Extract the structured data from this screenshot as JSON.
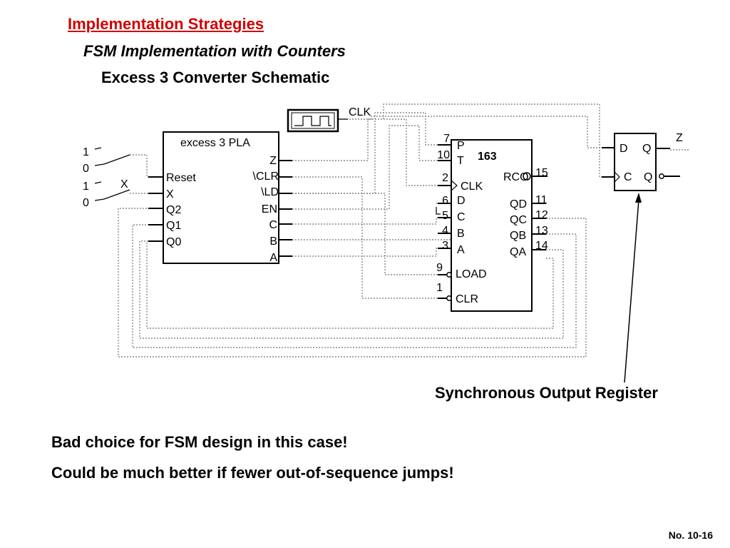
{
  "slide": {
    "title": "Implementation Strategies",
    "subtitle": "FSM Implementation with Counters",
    "heading": "Excess 3 Converter Schematic",
    "caption": "Synchronous Output Register",
    "note1": "Bad choice for FSM design in this case!",
    "note2": "Could be much better if fewer out-of-sequence jumps!",
    "page_number": "No. 10-16",
    "title_color": "#d00000"
  },
  "schematic": {
    "clock_label": "CLK",
    "switch_1": {
      "high": "1",
      "low": "0"
    },
    "switch_2": {
      "high": "1",
      "low": "0"
    },
    "x_label": "X",
    "pla": {
      "title": "excess 3 PLA",
      "inputs": [
        "Reset",
        "X",
        "Q2",
        "Q1",
        "Q0"
      ],
      "outputs": [
        "Z",
        "\\CLR",
        "\\LD",
        "EN",
        "C",
        "B",
        "A"
      ]
    },
    "counter": {
      "name": "163",
      "pins": {
        "p": {
          "num": "7",
          "label": "P"
        },
        "t": {
          "num": "10",
          "label": "T"
        },
        "clk": {
          "num": "2",
          "label": "CLK"
        },
        "d": {
          "num": "6",
          "label": "D"
        },
        "c": {
          "num": "5",
          "label": "C"
        },
        "b": {
          "num": "4",
          "label": "B"
        },
        "a": {
          "num": "3",
          "label": "A"
        },
        "load": {
          "num": "9",
          "label": "LOAD"
        },
        "clr": {
          "num": "1",
          "label": "CLR"
        },
        "rco": {
          "num": "15",
          "label": "RCO"
        },
        "qd": {
          "num": "11",
          "label": "QD"
        },
        "qc": {
          "num": "12",
          "label": "QC"
        },
        "qb": {
          "num": "13",
          "label": "QB"
        },
        "qa": {
          "num": "14",
          "label": "QA"
        }
      }
    },
    "flipflop": {
      "d": "D",
      "q": "Q",
      "c": "C",
      "qbar": "Q",
      "z": "Z"
    }
  }
}
